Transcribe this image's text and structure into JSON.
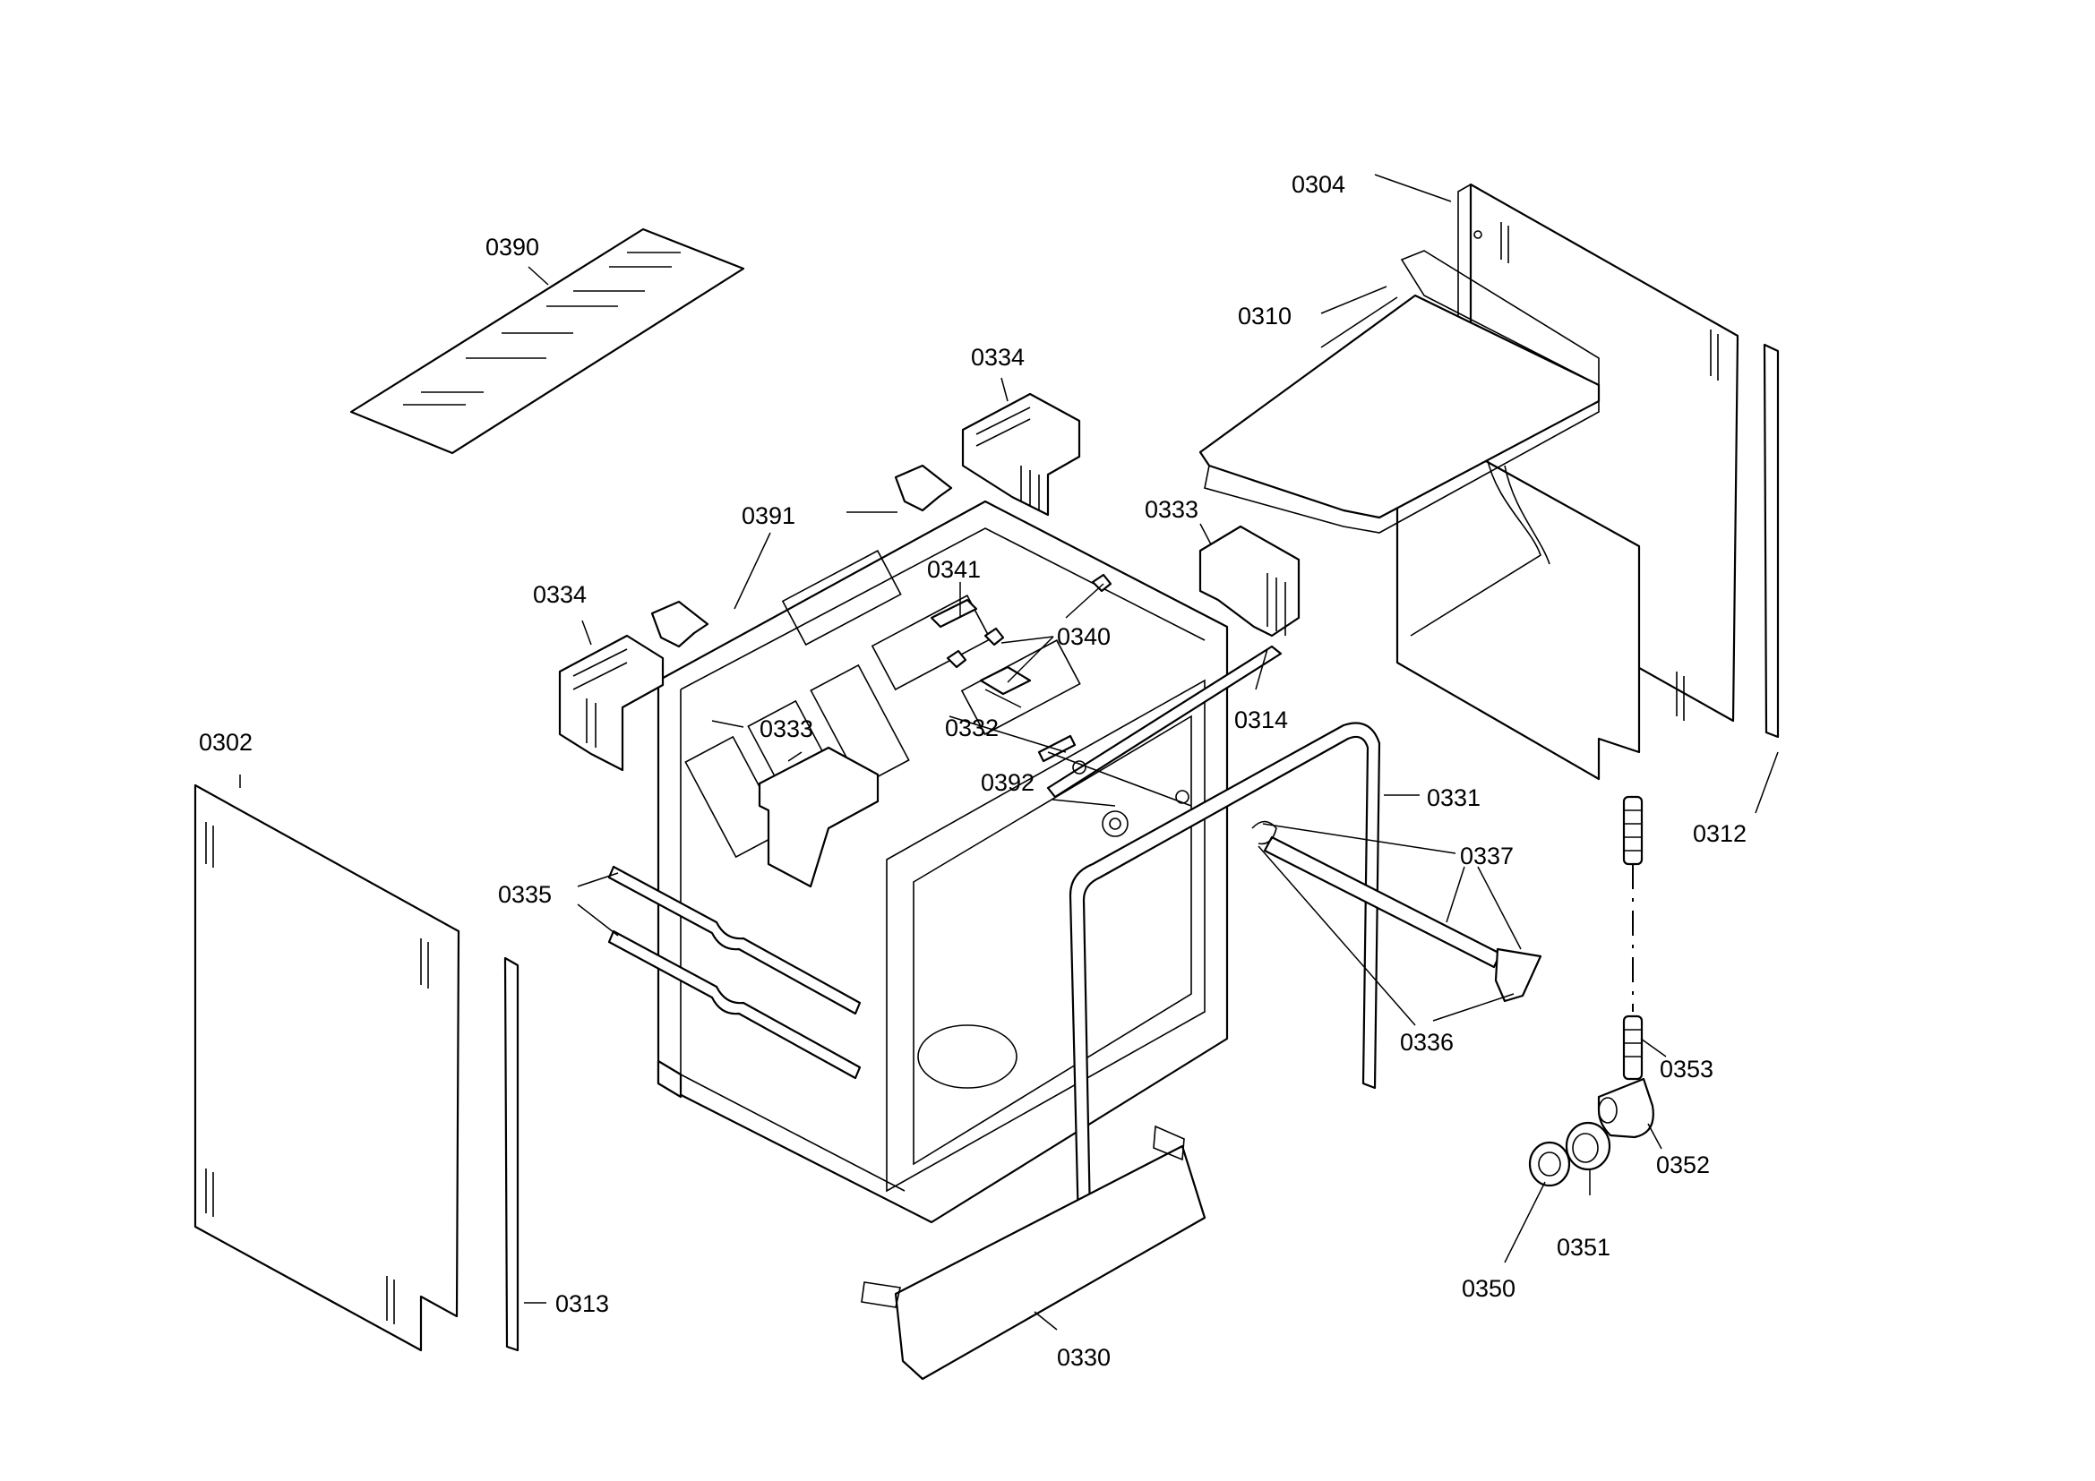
{
  "labels": {
    "p0304": "0304",
    "p0390": "0390",
    "p0310": "0310",
    "p0334_top": "0334",
    "p0333_right": "0333",
    "p0391": "0391",
    "p0341": "0341",
    "p0334_left": "0334",
    "p0340": "0340",
    "p0314": "0314",
    "p0332": "0332",
    "p0302": "0302",
    "p0333_left": "0333",
    "p0331": "0331",
    "p0392": "0392",
    "p0312": "0312",
    "p0337": "0337",
    "p0335": "0335",
    "p0336": "0336",
    "p0353": "0353",
    "p0352": "0352",
    "p0351": "0351",
    "p0350": "0350",
    "p0313": "0313",
    "p0330": "0330"
  }
}
